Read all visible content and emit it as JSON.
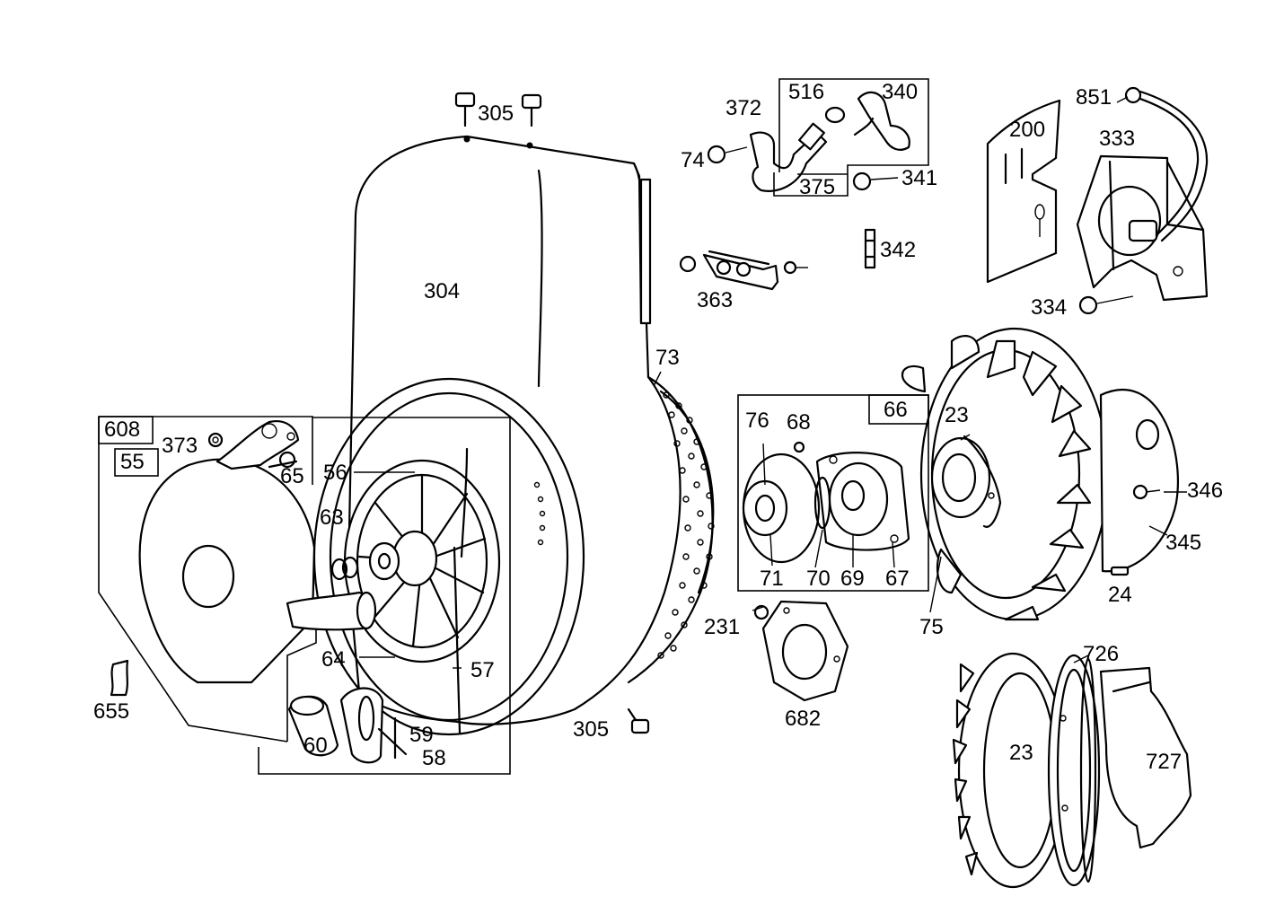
{
  "labels": {
    "p305a": "305",
    "p372": "372",
    "p516": "516",
    "p340": "340",
    "p851": "851",
    "p74": "74",
    "p375": "375",
    "p341": "341",
    "p200": "200",
    "p333": "333",
    "p342": "342",
    "p304": "304",
    "p363": "363",
    "p334": "334",
    "p73": "73",
    "p66": "66",
    "p23a": "23",
    "p76": "76",
    "p68": "68",
    "p608": "608",
    "p55": "55",
    "p373": "373",
    "p65": "65",
    "p56": "56",
    "p346": "346",
    "p63": "63",
    "p345": "345",
    "p71": "71",
    "p70": "70",
    "p69": "69",
    "p67": "67",
    "p24": "24",
    "p231": "231",
    "p75": "75",
    "p726": "726",
    "p64": "64",
    "p57": "57",
    "p655": "655",
    "p682": "682",
    "p59": "59",
    "p305b": "305",
    "p23b": "23",
    "p727": "727",
    "p60": "60",
    "p58": "58"
  }
}
